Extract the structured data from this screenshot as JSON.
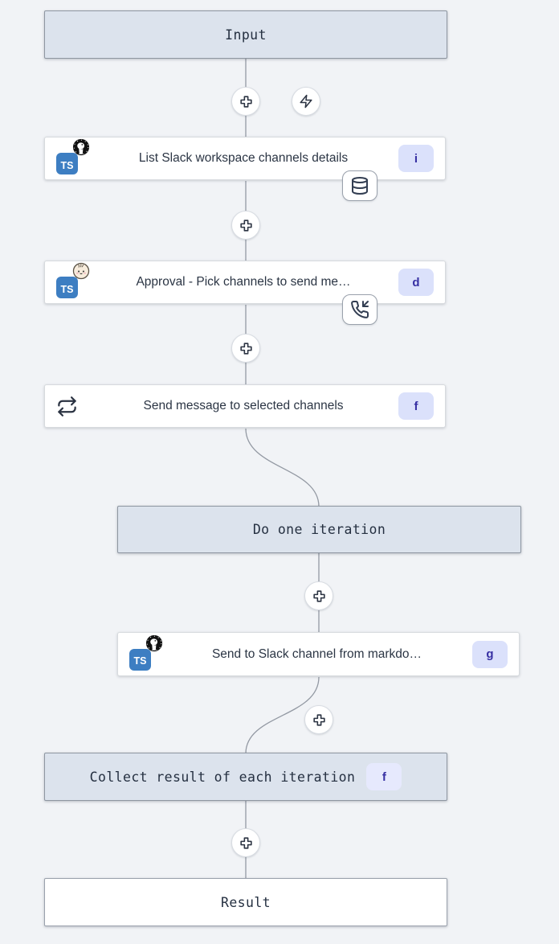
{
  "app": "flow-editor",
  "nodes": {
    "input": {
      "label": "Input"
    },
    "step_i": {
      "title": "List Slack workspace channels details",
      "badge": "i",
      "lang": "TS",
      "runtime": "deno",
      "attachment": "database-icon"
    },
    "step_d": {
      "title": "Approval - Pick channels to send me…",
      "badge": "d",
      "lang": "TS",
      "runtime": "bun",
      "attachment": "phone-incoming-icon"
    },
    "step_f": {
      "title": "Send message to selected channels",
      "badge": "f",
      "type": "forloop"
    },
    "do_iteration": {
      "label": "Do one iteration"
    },
    "step_g": {
      "title": "Send to Slack channel from markdo…",
      "badge": "g",
      "lang": "TS",
      "runtime": "deno"
    },
    "collect": {
      "label": "Collect result of each iteration",
      "badge": "f"
    },
    "result": {
      "label": "Result"
    }
  },
  "icons": {
    "plus": "plus-icon",
    "zap": "zap-icon",
    "database": "database-icon",
    "phone_incoming": "phone-incoming-icon",
    "repeat": "repeat-icon",
    "ts": "ts-icon",
    "deno": "deno-icon",
    "bun": "bun-icon"
  },
  "colors": {
    "background": "#f1f3f6",
    "box_fill": "#dce3ed",
    "box_border": "#8e96a1",
    "node_fill": "#ffffff",
    "node_border": "#d7dade",
    "badge_bg": "#dbe1fb",
    "badge_bg_on_blue": "#e6e9fd",
    "badge_text": "#3730a3",
    "edge": "#9399a3",
    "text_dark": "#253041",
    "ts_blue": "#3d7ec2"
  }
}
